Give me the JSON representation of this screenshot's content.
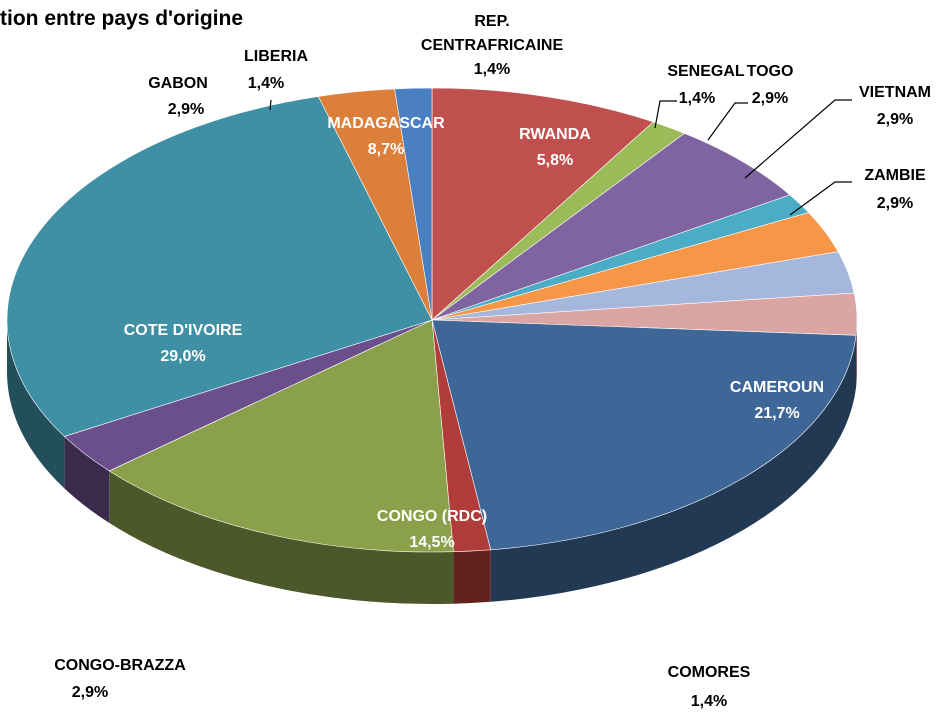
{
  "chart_data": {
    "type": "pie",
    "title": "tion entre pays d'origine",
    "style": "3d-exploded",
    "slices": [
      {
        "name": "MADAGASCAR",
        "value": 8.7,
        "label": "8,7%",
        "color": "#c0504d"
      },
      {
        "name": "REP. CENTRAFRICAINE",
        "value": 1.4,
        "label": "1,4%",
        "color": "#9bbb59"
      },
      {
        "name": "RWANDA",
        "value": 5.8,
        "label": "5,8%",
        "color": "#8064a2"
      },
      {
        "name": "SENEGAL",
        "value": 1.4,
        "label": "1,4%",
        "color": "#4bacc6"
      },
      {
        "name": "TOGO",
        "value": 2.9,
        "label": "2,9%",
        "color": "#f79646"
      },
      {
        "name": "VIETNAM",
        "value": 2.9,
        "label": "2,9%",
        "color": "#a5b7dd"
      },
      {
        "name": "ZAMBIE",
        "value": 2.9,
        "label": "2,9%",
        "color": "#dba5a3"
      },
      {
        "name": "CAMEROUN",
        "value": 21.7,
        "label": "21,7%",
        "color": "#3e6797"
      },
      {
        "name": "COMORES",
        "value": 1.4,
        "label": "1,4%",
        "color": "#b13d3a"
      },
      {
        "name": "CONGO (RDC)",
        "value": 14.5,
        "label": "14,5%",
        "color": "#8aa04b"
      },
      {
        "name": "CONGO-BRAZZA",
        "value": 2.9,
        "label": "2,9%",
        "color": "#6a4f8c"
      },
      {
        "name": "COTE D'IVOIRE",
        "value": 29.0,
        "label": "29,0%",
        "color": "#3f8fa5"
      },
      {
        "name": "GABON",
        "value": 2.9,
        "label": "2,9%",
        "color": "#dc7f3a"
      },
      {
        "name": "LIBERIA",
        "value": 1.4,
        "label": "1,4%",
        "color": "#4a7fc1"
      }
    ]
  }
}
